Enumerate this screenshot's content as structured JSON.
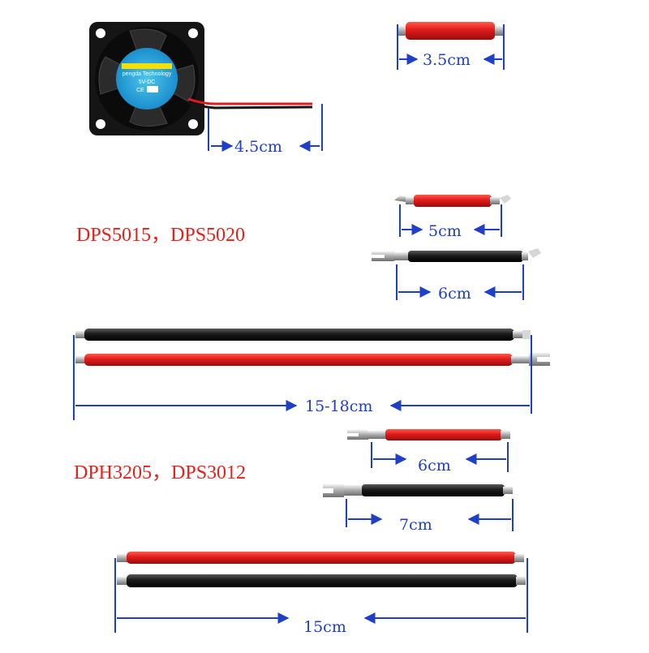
{
  "headings": {
    "group_one": "DPS5015，DPS5020",
    "group_two": "DPH3205，DPS3012"
  },
  "fan": {
    "label_brand": "pengda Technology",
    "label_voltage": "5V-DC",
    "label_marks": "CE",
    "wire_length": "4.5cm"
  },
  "cables": {
    "short_red": "3.5cm",
    "dps50_red": "5cm",
    "dps50_black": "6cm",
    "dps50_long_pair": "15-18cm",
    "dph32_red": "6cm",
    "dph32_black": "7cm",
    "dph32_long_pair": "15cm"
  },
  "colors": {
    "dimension": "#1f3fc6",
    "heading": "#e8201a",
    "wire_red": "#e11b1b",
    "wire_black": "#151515"
  }
}
